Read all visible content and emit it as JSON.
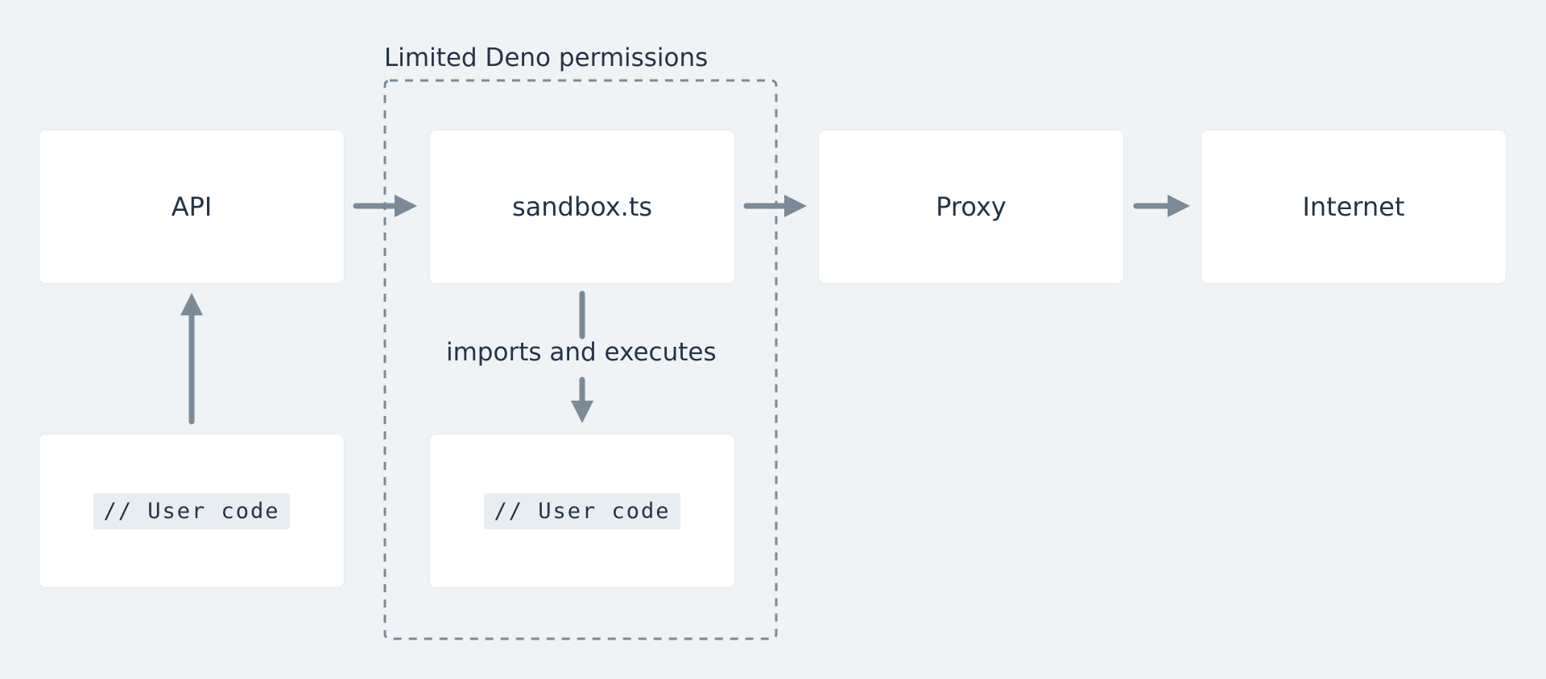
{
  "group": {
    "label": "Limited Deno permissions"
  },
  "nodes": {
    "api": {
      "label": "API"
    },
    "sandbox": {
      "label": "sandbox.ts"
    },
    "proxy": {
      "label": "Proxy"
    },
    "internet": {
      "label": "Internet"
    },
    "user_code_left": {
      "code": "// User code"
    },
    "user_code_right": {
      "code": "// User code"
    }
  },
  "edges": {
    "sandbox_to_user_code": {
      "label": "imports and executes"
    }
  },
  "colors": {
    "background": "#eff3f6",
    "box": "#ffffff",
    "arrow": "#7a8a98",
    "text": "#243447",
    "dashed_border": "#7a8a98"
  }
}
